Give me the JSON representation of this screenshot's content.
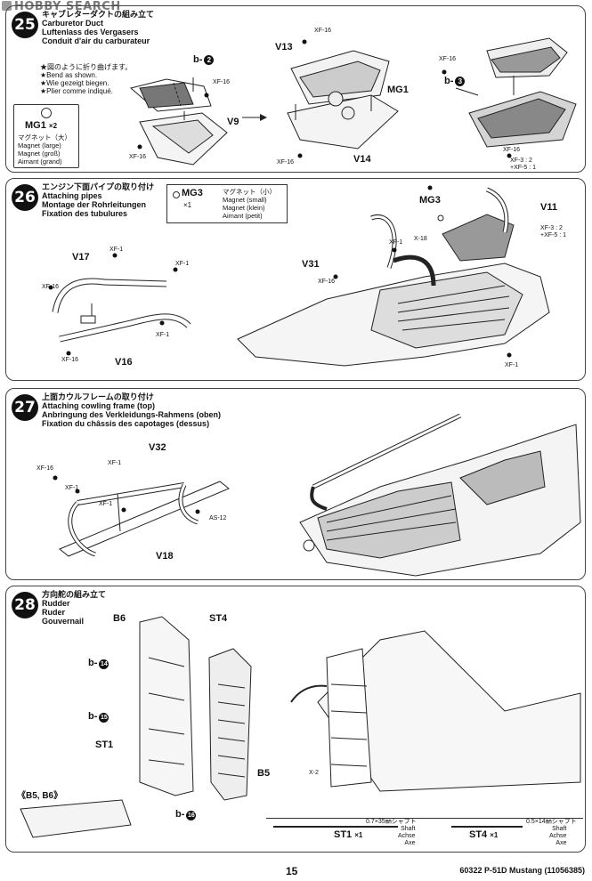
{
  "watermark": "HOBBY SEARCH",
  "steps": {
    "s25": {
      "number": "25",
      "titles": [
        "キャブレターダクトの組み立て",
        "Carburetor Duct",
        "Luftenlass des Vergasers",
        "Conduit d'air du carburateur"
      ],
      "notes": [
        "★図のように折り曲げます。",
        "★Bend as shown.",
        "★Wie gezeigt biegen.",
        "★Plier comme indiqué."
      ],
      "magnet": {
        "code": "MG1",
        "qty": "×2",
        "names": [
          "マグネット（大）",
          "Magnet (large)",
          "Magnet (groß)",
          "Aimant (grand)"
        ]
      },
      "labels": {
        "v9": "V9",
        "v13": "V13",
        "v14": "V14",
        "mg1": "MG1",
        "b2": "b-",
        "b2n": "2",
        "b3": "b-",
        "b3n": "3",
        "xf16a": "XF-16",
        "xf16b": "XF-16",
        "xf16c": "XF-16",
        "xf16d": "XF-16",
        "xf16e": "XF-16",
        "xf16f": "XF-16",
        "mix": "XF-3 : 2\n+XF-5 : 1"
      }
    },
    "s26": {
      "number": "26",
      "titles": [
        "エンジン下面パイプの取り付け",
        "Attaching pipes",
        "Montage der Rohrleitungen",
        "Fixation des tubulures"
      ],
      "magnet": {
        "code": "MG3",
        "qty": "×1",
        "names": [
          "マグネット（小）",
          "Magnet (small)",
          "Magnet (klein)",
          "Aimant (petit)"
        ]
      },
      "labels": {
        "v17": "V17",
        "v16": "V16",
        "v31": "V31",
        "v11": "V11",
        "mg3": "MG3",
        "xf1a": "XF-1",
        "xf1b": "XF-1",
        "xf1c": "XF-1",
        "xf1d": "XF-1",
        "xf1e": "XF-1",
        "xf16a": "XF-16",
        "xf16b": "XF-16",
        "xf16c": "XF-16",
        "x18": "X-18",
        "mix": "XF-3 : 2\n+XF-5 : 1"
      }
    },
    "s27": {
      "number": "27",
      "titles": [
        "上面カウルフレームの取り付け",
        "Attaching cowling frame (top)",
        "Anbringung des Verkleidungs-Rahmens (oben)",
        "Fixation du châssis des capotages (dessus)"
      ],
      "labels": {
        "v32": "V32",
        "v18": "V18",
        "xf16": "XF-16",
        "xf1a": "XF-1",
        "xf1b": "XF-1",
        "xf1c": "XF-1",
        "as12": "AS-12"
      }
    },
    "s28": {
      "number": "28",
      "titles": [
        "方向舵の組み立て",
        "Rudder",
        "Ruder",
        "Gouvernail"
      ],
      "labels": {
        "b6": "B6",
        "st4": "ST4",
        "st1": "ST1",
        "b5": "B5",
        "b14": "b-",
        "b14n": "14",
        "b15": "b-",
        "b15n": "15",
        "b16": "b-",
        "b16n": "16",
        "b5b6": "《B5, B6》",
        "x2": "X-2"
      },
      "shafts": [
        {
          "code": "ST1",
          "qty": "×1",
          "spec": "0.7×35㎜シャフト",
          "names": [
            "Shaft",
            "Achse",
            "Axe"
          ]
        },
        {
          "code": "ST4",
          "qty": "×1",
          "spec": "0.5×14㎜シャフト",
          "names": [
            "Shaft",
            "Achse",
            "Axe"
          ]
        }
      ]
    }
  },
  "footer": {
    "page": "15",
    "code": "60322 P-51D Mustang (11056385)"
  }
}
